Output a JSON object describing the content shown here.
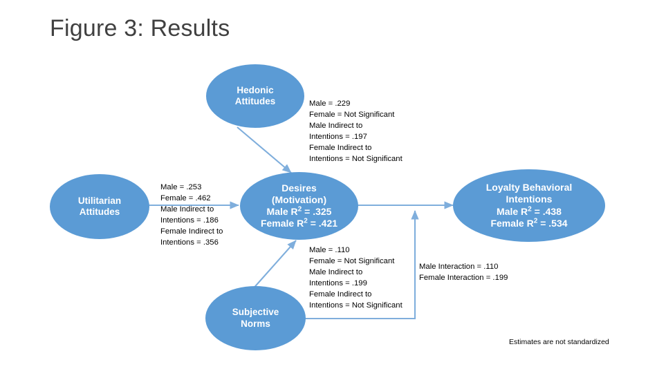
{
  "figure": {
    "title": "Figure 3: Results",
    "footnote": "Estimates are not standardized",
    "node_fill_color": "#5B9BD5",
    "connector_color": "#7FAEDC",
    "title_color": "#404040"
  },
  "nodes": {
    "hedonic": {
      "name": "Hedonic Attitudes",
      "lines": [
        "Hedonic",
        "Attitudes"
      ]
    },
    "utilitarian": {
      "name": "Utilitarian Attitudes",
      "lines": [
        "Utilitarian",
        "Attitudes"
      ]
    },
    "desires": {
      "name": "Desires (Motivation)",
      "lines": [
        "Desires",
        "(Motivation)"
      ],
      "male_r2_label": "Male R",
      "male_r2_value": " = .325",
      "female_r2_label": "Female R",
      "female_r2_value": " = .421",
      "exponent": "2"
    },
    "subjective": {
      "name": "Subjective Norms",
      "lines": [
        "Subjective",
        "Norms"
      ]
    },
    "loyalty": {
      "name": "Loyalty Behavioral Intentions",
      "lines": [
        "Loyalty Behavioral",
        "Intentions"
      ],
      "male_r2_label": "Male R",
      "male_r2_value": " = .438",
      "female_r2_label": "Female R",
      "female_r2_value": " = .534",
      "exponent": "2"
    }
  },
  "edge_labels": {
    "utilitarian_to_desires": "Male = .253\nFemale = .462\nMale Indirect to\nIntentions = .186\nFemale Indirect to\nIntentions = .356",
    "hedonic_to_desires": "Male = .229\nFemale = Not Significant\nMale Indirect to\nIntentions = .197\nFemale Indirect to\nIntentions = Not Significant",
    "subjective_to_desires": "Male = .110\nFemale = Not Significant\nMale Indirect to\nIntentions = .199\nFemale Indirect to\nIntentions = Not Significant",
    "interaction": "Male Interaction = .110\nFemale Interaction = .199"
  }
}
